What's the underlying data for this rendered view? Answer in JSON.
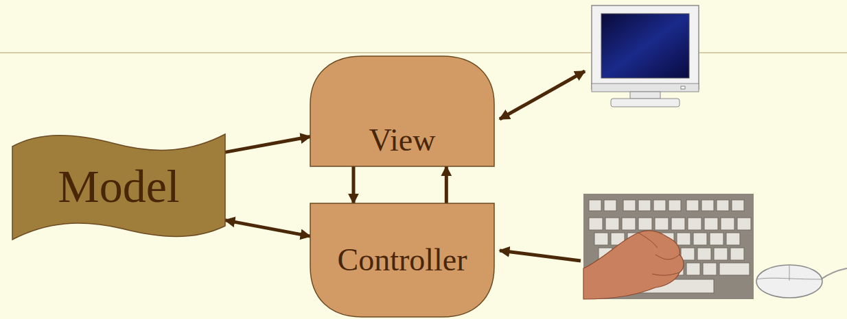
{
  "diagram": {
    "nodes": [
      {
        "text": [
          "Model"
        ]
      },
      {
        "text": [
          "View"
        ]
      },
      {
        "text": [
          "Controller"
        ]
      }
    ],
    "edges": [
      {
        "from": 0,
        "to": 1,
        "arrow": "to"
      },
      {
        "from": 0,
        "to": 2,
        "arrow": "both"
      },
      {
        "from": 1,
        "to": 2,
        "arrow": "to"
      },
      {
        "from": 2,
        "to": 1,
        "arrow": "to"
      }
    ]
  }
}
